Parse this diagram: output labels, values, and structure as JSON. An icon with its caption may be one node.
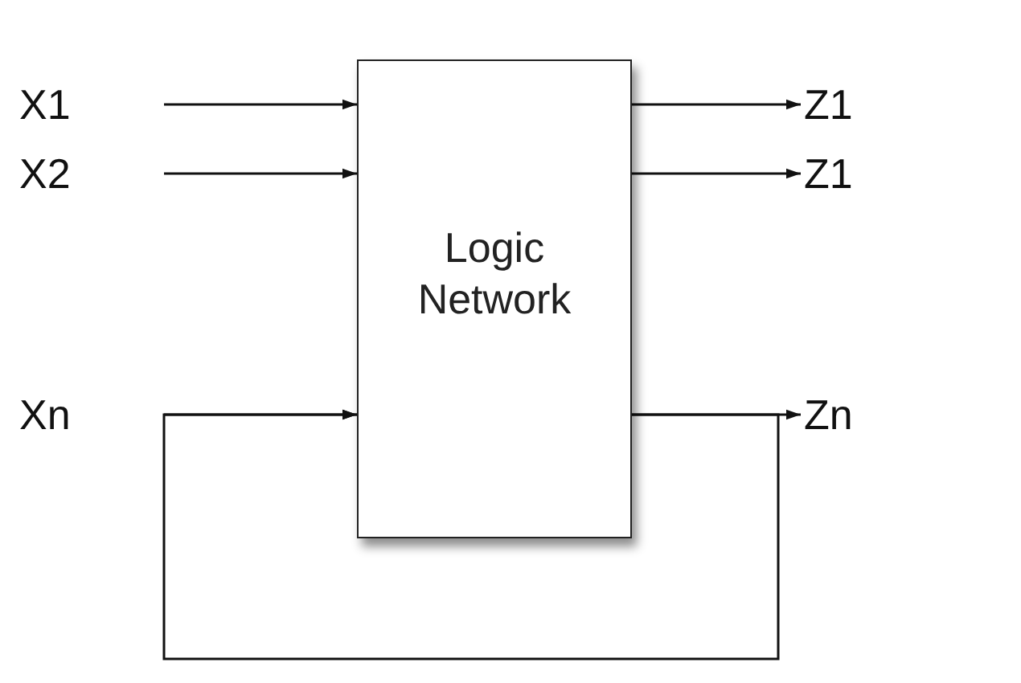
{
  "diagram": {
    "nodes": [
      {
        "text": [
          "X1"
        ]
      },
      {
        "text": [
          "X2"
        ]
      },
      {
        "text": [
          "Xn"
        ]
      },
      {
        "text": [
          "Logic Network"
        ]
      },
      {
        "text": [
          "Z1"
        ]
      },
      {
        "text": [
          "Z1"
        ]
      },
      {
        "text": [
          "Zn"
        ]
      }
    ],
    "edges": [
      {
        "from": 0,
        "to": 3,
        "arrow": "to"
      },
      {
        "from": 1,
        "to": 3,
        "arrow": "to"
      },
      {
        "from": 2,
        "to": 3,
        "arrow": "to"
      },
      {
        "from": 3,
        "to": 4,
        "arrow": "to"
      },
      {
        "from": 3,
        "to": 5,
        "arrow": "to"
      },
      {
        "from": 3,
        "to": 6,
        "arrow": "to"
      },
      {
        "from": 3,
        "to": 3,
        "arrow": "to"
      }
    ]
  }
}
